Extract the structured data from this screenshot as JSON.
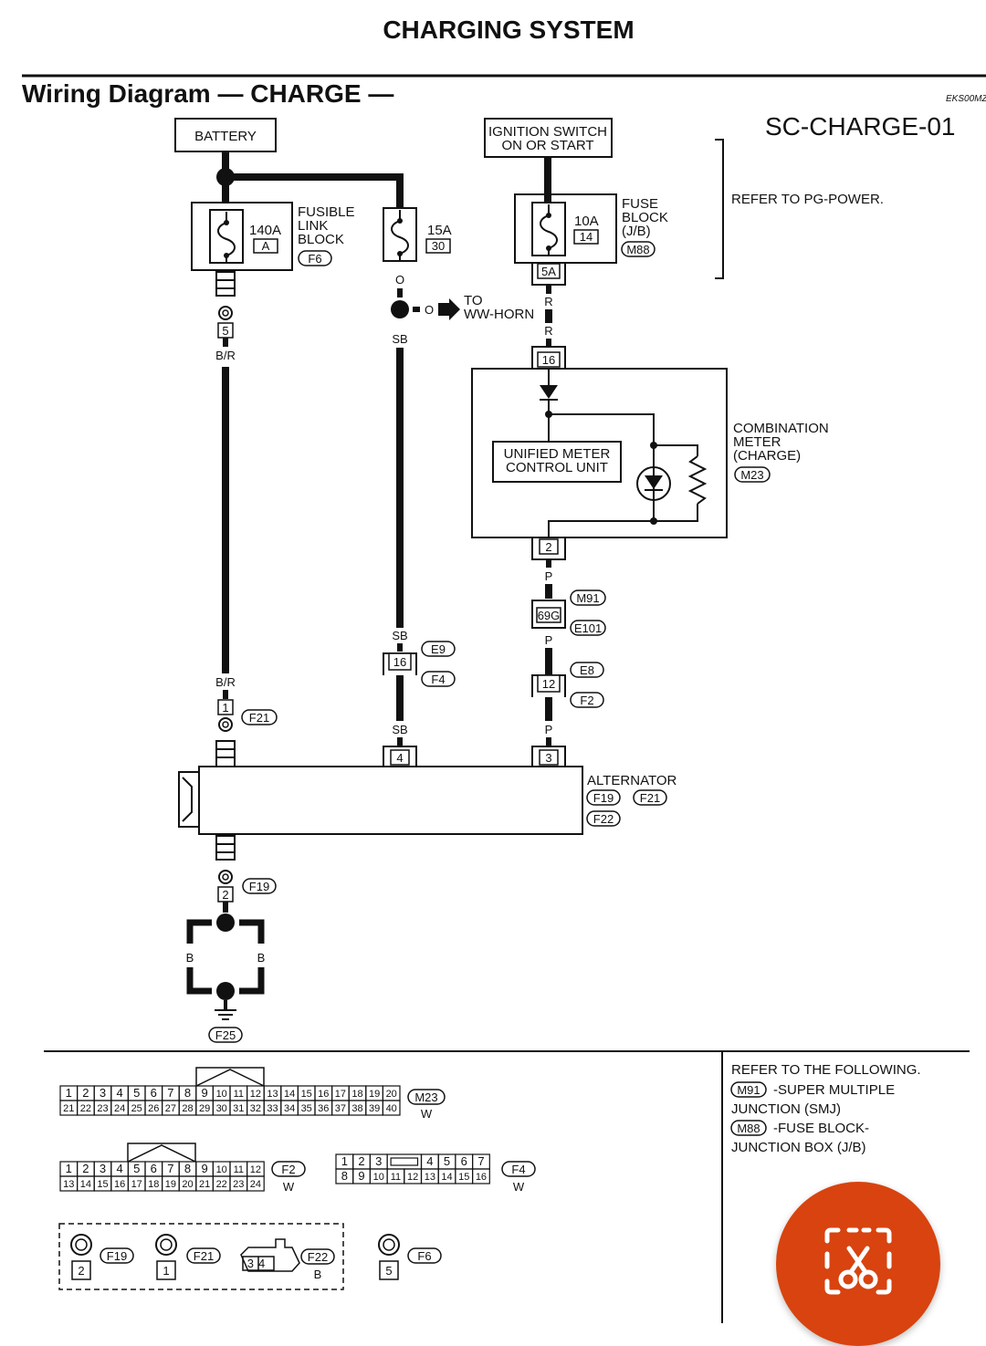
{
  "page": {
    "title": "CHARGING SYSTEM",
    "section_title": "Wiring Diagram — CHARGE —",
    "section_code": "EKS00MZ",
    "diagram_id": "SC-CHARGE-01"
  },
  "components": {
    "battery": "BATTERY",
    "ignition_line1": "IGNITION SWITCH",
    "ignition_line2": "ON OR START",
    "refer_pg_power": "REFER TO PG-POWER.",
    "fusible_line1": "FUSIBLE",
    "fusible_line2": "LINK",
    "fusible_line3": "BLOCK",
    "fusible_amp": "140A",
    "fusible_pin": "A",
    "fuse15_amp": "15A",
    "fuse15_pin": "30",
    "fuseblock_line1": "FUSE",
    "fuseblock_line2": "BLOCK",
    "fuseblock_line3": "(J/B)",
    "fuse10_amp": "10A",
    "fuse10_pin": "14",
    "to_label": "TO",
    "ww_horn": "WW-HORN",
    "umcu_line1": "UNIFIED METER",
    "umcu_line2": "CONTROL UNIT",
    "combo_line1": "COMBINATION",
    "combo_line2": "METER",
    "combo_line3": "(CHARGE)",
    "alternator": "ALTERNATOR"
  },
  "wires": {
    "br": "B/R",
    "sb": "SB",
    "r": "R",
    "p": "P",
    "o": "O",
    "b": "B",
    "w": "W"
  },
  "pins": {
    "p5": "5",
    "p5a": "5A",
    "p16": "16",
    "p2": "2",
    "p69g": "69G",
    "p12": "12",
    "p1": "1",
    "p4": "4",
    "p3": "3",
    "p34": "34"
  },
  "connectors": {
    "F6": "F6",
    "M88": "M88",
    "M23": "M23",
    "M91": "M91",
    "E101": "E101",
    "E8": "E8",
    "F2": "F2",
    "E9": "E9",
    "F4": "F4",
    "F21": "F21",
    "F19": "F19",
    "F22": "F22",
    "F25": "F25"
  },
  "legend": {
    "refer_following": "REFER TO THE FOLLOWING.",
    "m91_desc": "-SUPER MULTIPLE",
    "m91_desc2": "JUNCTION (SMJ)",
    "m88_desc": "-FUSE BLOCK-",
    "m88_desc2": "JUNCTION BOX (J/B)"
  },
  "pinout": {
    "m23_row1": [
      "1",
      "2",
      "3",
      "4",
      "5",
      "6",
      "7",
      "8",
      "9",
      "10",
      "11",
      "12",
      "13",
      "14",
      "15",
      "16",
      "17",
      "18",
      "19",
      "20"
    ],
    "m23_row2": [
      "21",
      "22",
      "23",
      "24",
      "25",
      "26",
      "27",
      "28",
      "29",
      "30",
      "31",
      "32",
      "33",
      "34",
      "35",
      "36",
      "37",
      "38",
      "39",
      "40"
    ],
    "f2_row1": [
      "1",
      "2",
      "3",
      "4",
      "5",
      "6",
      "7",
      "8",
      "9",
      "10",
      "11",
      "12"
    ],
    "f2_row2": [
      "13",
      "14",
      "15",
      "16",
      "17",
      "18",
      "19",
      "20",
      "21",
      "22",
      "23",
      "24"
    ],
    "f4_row1": [
      "1",
      "2",
      "3",
      "4",
      "5",
      "6",
      "7"
    ],
    "f4_row2": [
      "8",
      "9",
      "10",
      "11",
      "12",
      "13",
      "14",
      "15",
      "16"
    ]
  },
  "colors": {
    "ink": "#111111",
    "fab": "#d8430f",
    "fab_icon": "#ffffff"
  },
  "fab": {
    "icon": "screenshot-scissors-icon"
  }
}
